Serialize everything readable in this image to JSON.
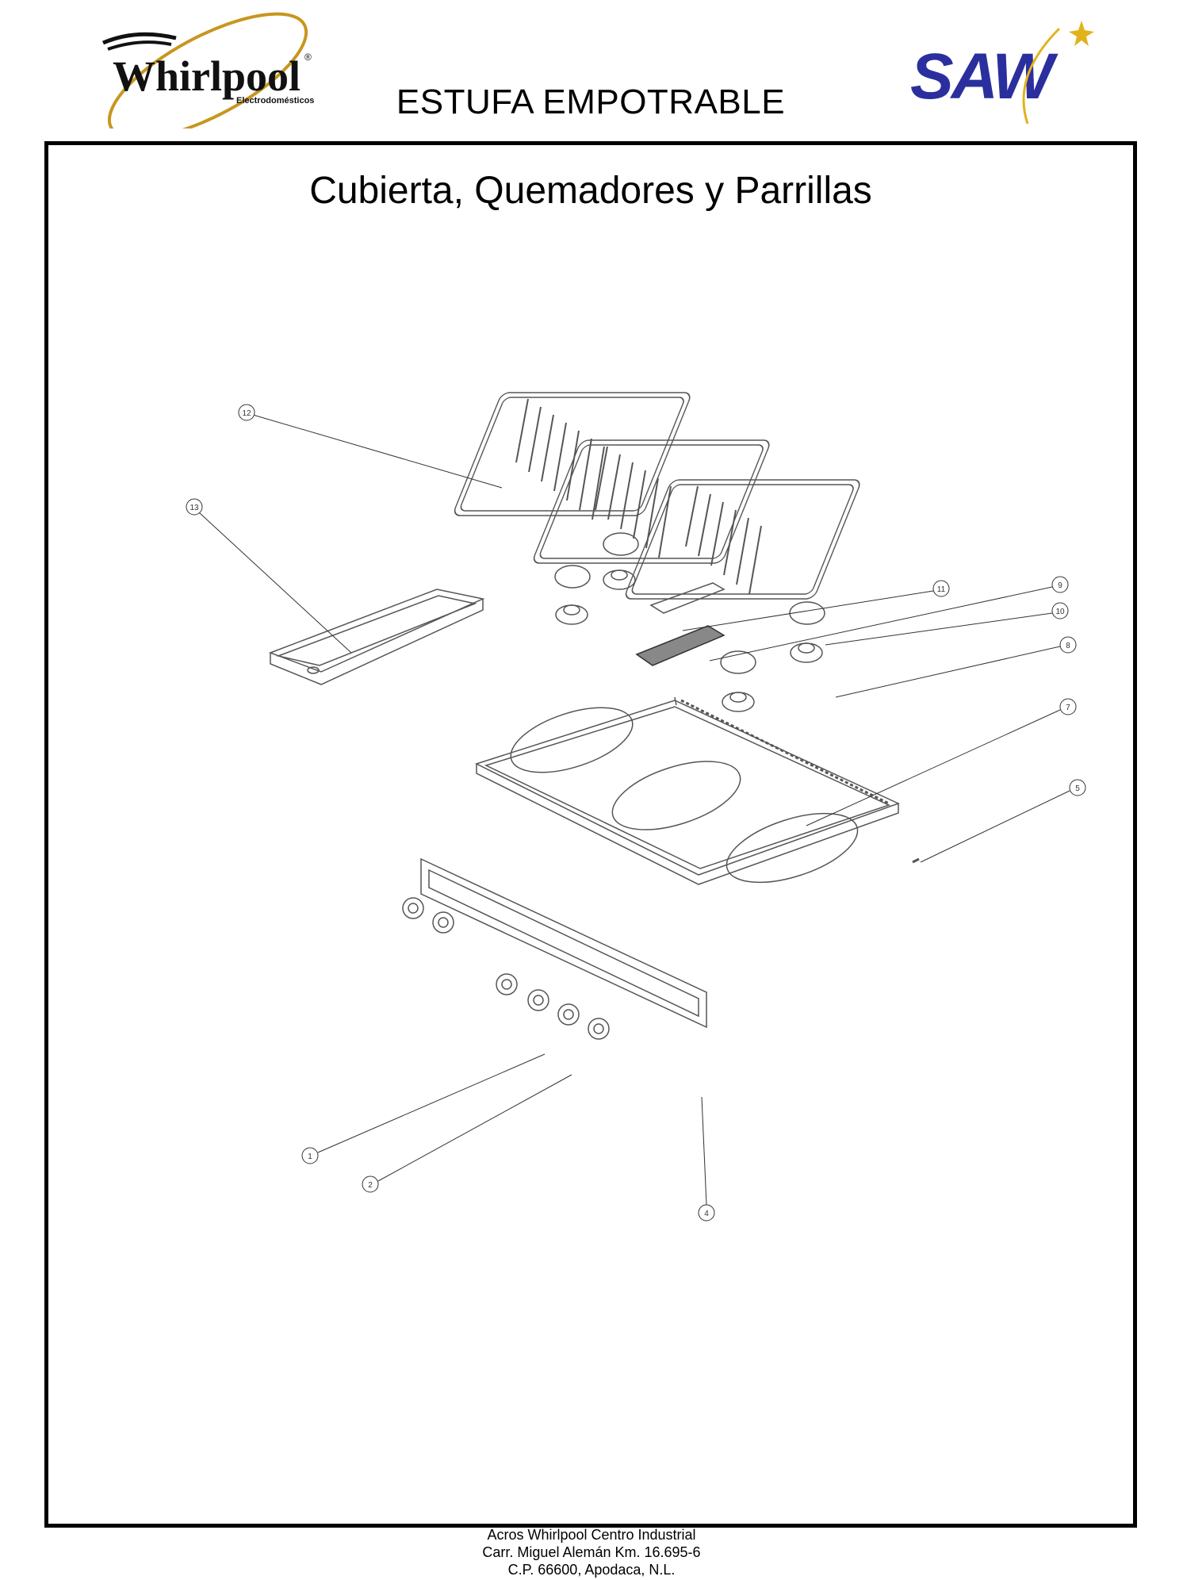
{
  "header": {
    "brand_left": "Whirlpool",
    "brand_left_registered": "®",
    "brand_left_sub": "Electrodomésticos",
    "brand_right": "SAW",
    "document_title": "ESTUFA EMPOTRABLE"
  },
  "section": {
    "title": "Cubierta, Quemadores y Parrillas"
  },
  "callouts": [
    {
      "id": "1",
      "label": "1"
    },
    {
      "id": "2",
      "label": "2"
    },
    {
      "id": "4",
      "label": "4"
    },
    {
      "id": "5",
      "label": "5"
    },
    {
      "id": "7",
      "label": "7"
    },
    {
      "id": "8",
      "label": "8"
    },
    {
      "id": "9",
      "label": "9"
    },
    {
      "id": "10",
      "label": "10"
    },
    {
      "id": "11",
      "label": "11"
    },
    {
      "id": "12",
      "label": "12"
    },
    {
      "id": "13",
      "label": "13"
    }
  ],
  "footer": {
    "line1": "Acros Whirlpool Centro Industrial",
    "line2": "Carr. Miguel Alemán Km. 16.695-6",
    "line3": "C.P. 66600, Apodaca, N.L."
  },
  "colors": {
    "whirlpool_black": "#111111",
    "whirlpool_gold": "#c8961e",
    "saw_blue": "#2b2f9e",
    "saw_star": "#e2b21a",
    "line": "#555555"
  }
}
